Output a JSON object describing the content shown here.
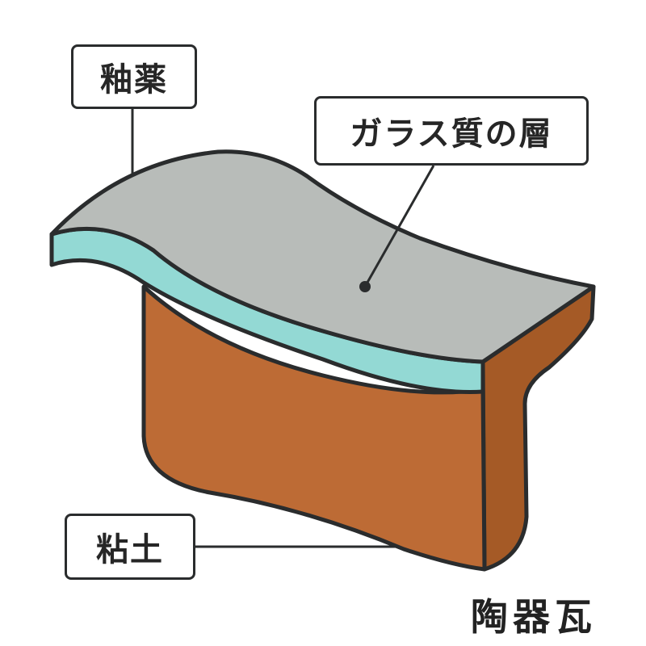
{
  "diagram": {
    "title": "陶器瓦",
    "labels": {
      "glaze": "釉薬",
      "glass_layer": "ガラス質の層",
      "clay": "粘土"
    },
    "colors": {
      "glaze_surface": "#b8bcb9",
      "glass_layer": "#93d9d4",
      "clay_front": "#bd6b35",
      "clay_side": "#a55a26",
      "outline": "#2a2c2d"
    }
  }
}
